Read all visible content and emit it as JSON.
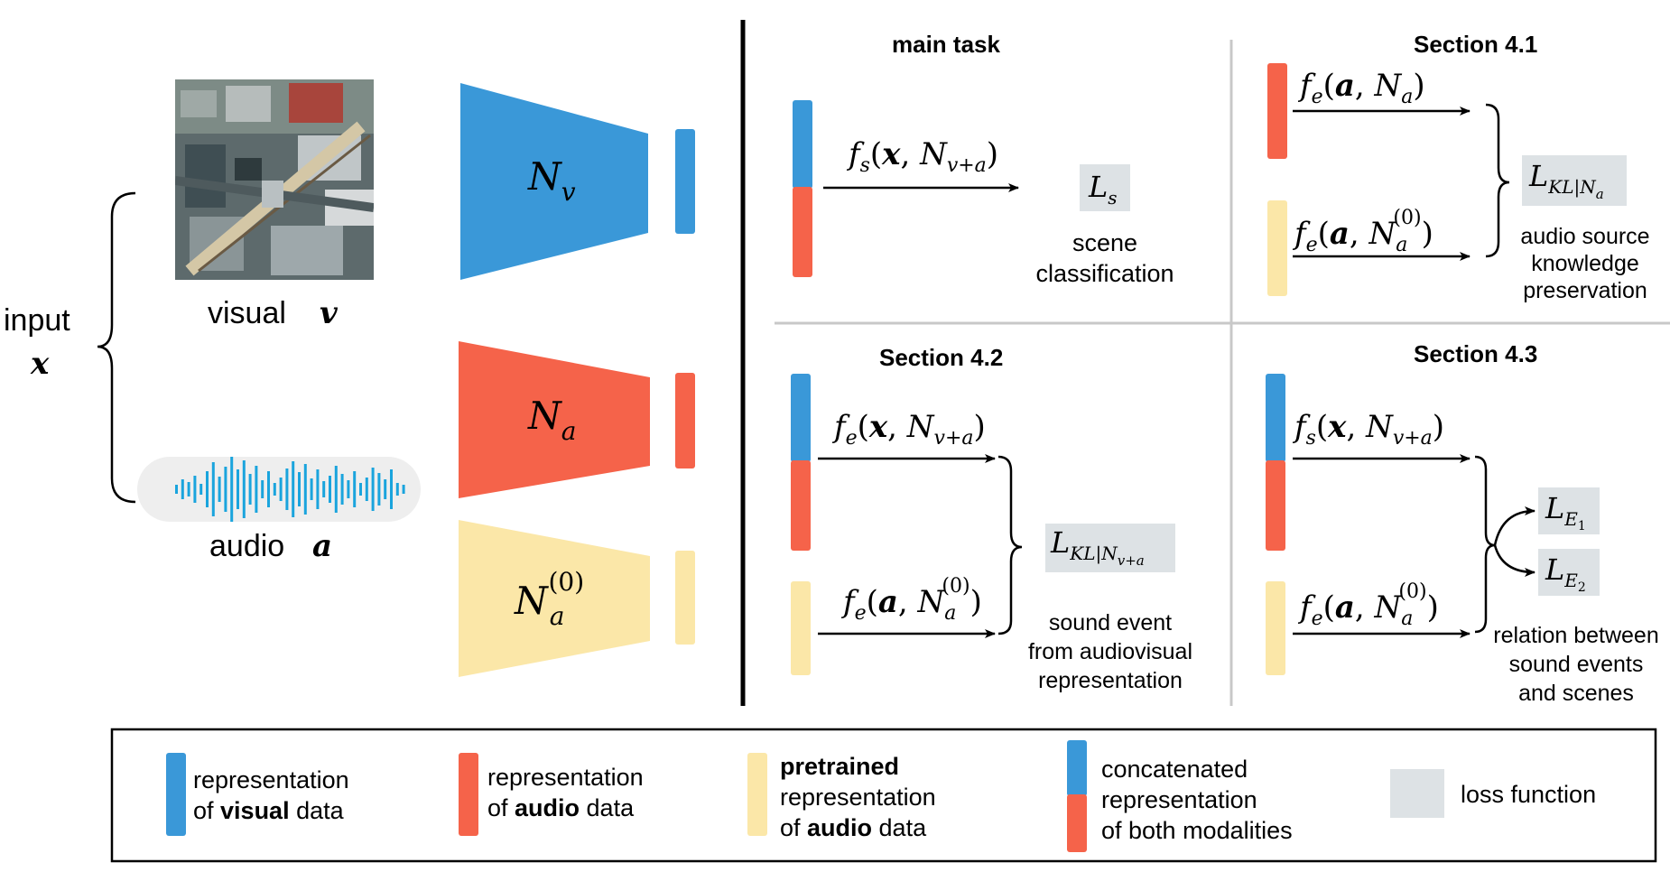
{
  "colors": {
    "visual": "#3a98d8",
    "audio": "#f5634a",
    "pretrained": "#fbe7a8",
    "loss_bg": "#dde2e5",
    "wave": "#1aa4dd",
    "pill": "#eeeeee",
    "grid_line": "#c8c8c8"
  },
  "input": {
    "label": "input",
    "symbol": "x",
    "visual_label": "visual",
    "visual_symbol": "v",
    "audio_label": "audio",
    "audio_symbol": "a",
    "image_description_icon": "aerial-city-image"
  },
  "networks": {
    "visual": {
      "name": "N",
      "sub": "v"
    },
    "audio": {
      "name": "N",
      "sub": "a"
    },
    "pretrained": {
      "name": "N",
      "sub": "a",
      "sup": "(0)"
    }
  },
  "panels": {
    "main": {
      "title": "main task",
      "func": "f",
      "func_sub": "s",
      "arg1": "x",
      "arg2": "N",
      "arg2_sub": "v+a",
      "loss": "L",
      "loss_sub": "s",
      "caption": [
        "scene",
        "classification"
      ]
    },
    "s41": {
      "title": "Section 4.1",
      "func_top": {
        "f": "f",
        "sub": "e",
        "a1": "a",
        "N": "N",
        "Nsub": "a"
      },
      "func_bottom": {
        "f": "f",
        "sub": "e",
        "a1": "a",
        "N": "N",
        "Nsub": "a",
        "Nsup": "(0)"
      },
      "loss": "L",
      "loss_sub": "KL|N",
      "loss_sub2": "a",
      "caption": [
        "audio source",
        "knowledge",
        "preservation"
      ]
    },
    "s42": {
      "title": "Section 4.2",
      "func_top": {
        "f": "f",
        "sub": "e",
        "a1": "x",
        "N": "N",
        "Nsub": "v+a"
      },
      "func_bottom": {
        "f": "f",
        "sub": "e",
        "a1": "a",
        "N": "N",
        "Nsub": "a",
        "Nsup": "(0)"
      },
      "loss": "L",
      "loss_sub": "KL|N",
      "loss_sub2": "v+a",
      "caption": [
        "sound event",
        "from audiovisual",
        "representation"
      ]
    },
    "s43": {
      "title": "Section 4.3",
      "func_top": {
        "f": "f",
        "sub": "s",
        "a1": "x",
        "N": "N",
        "Nsub": "v+a"
      },
      "func_bottom": {
        "f": "f",
        "sub": "e",
        "a1": "a",
        "N": "N",
        "Nsub": "a",
        "Nsup": "(0)"
      },
      "loss1": "L",
      "loss1_sub": "E",
      "loss1_sub2": "1",
      "loss2": "L",
      "loss2_sub": "E",
      "loss2_sub2": "2",
      "caption": [
        "relation between",
        "sound events",
        "and scenes"
      ]
    }
  },
  "legend": {
    "visual": [
      "representation",
      "of ",
      "visual",
      " data"
    ],
    "audio": [
      "representation",
      "of ",
      "audio",
      " data"
    ],
    "pretrained": [
      "pretrained",
      "representation",
      "of ",
      "audio",
      " data"
    ],
    "concat": [
      "concatenated",
      "representation",
      "of both modalities"
    ],
    "loss": "loss function"
  }
}
